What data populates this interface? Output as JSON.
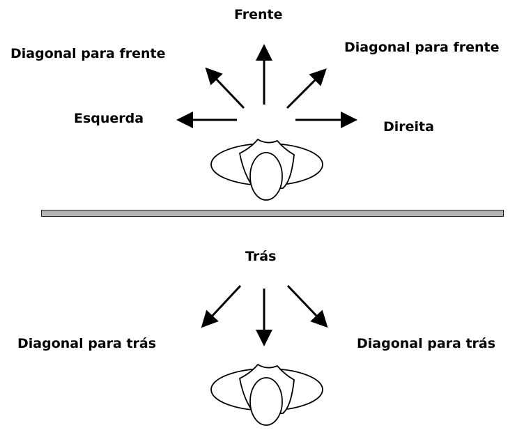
{
  "top": {
    "front": "Frente",
    "diag_front_left": "Diagonal para frente",
    "diag_front_right": "Diagonal para frente",
    "left": "Esquerda",
    "right": "Direita"
  },
  "bottom": {
    "back": "Trás",
    "diag_back_left": "Diagonal para trás",
    "diag_back_right": "Diagonal para trás"
  }
}
